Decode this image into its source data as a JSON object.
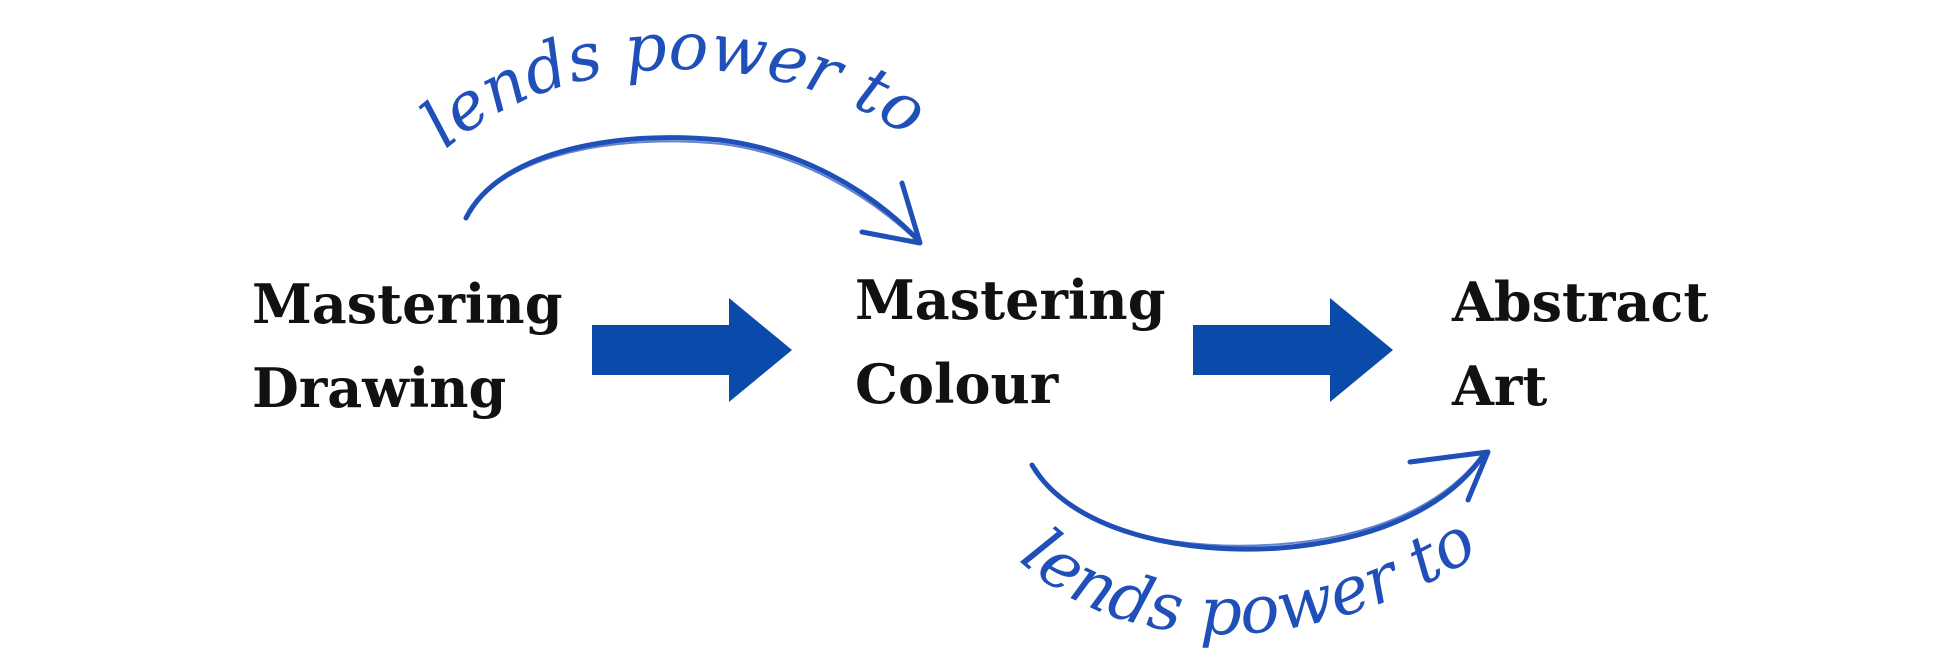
{
  "diagram": {
    "nodes": [
      {
        "id": "drawing",
        "lines": [
          "Mastering",
          "Drawing"
        ]
      },
      {
        "id": "colour",
        "lines": [
          "Mastering",
          "Colour"
        ]
      },
      {
        "id": "abstract",
        "lines": [
          "Abstract",
          "Art"
        ]
      }
    ],
    "edges": [
      {
        "from": "drawing",
        "to": "colour",
        "label": "lends power to",
        "style": "curved-top"
      },
      {
        "from": "colour",
        "to": "abstract",
        "label": "lends power to",
        "style": "curved-bottom"
      }
    ],
    "colors": {
      "arrow": "#0a4aaa",
      "script": "#1f4fb8",
      "text": "#111111"
    }
  }
}
